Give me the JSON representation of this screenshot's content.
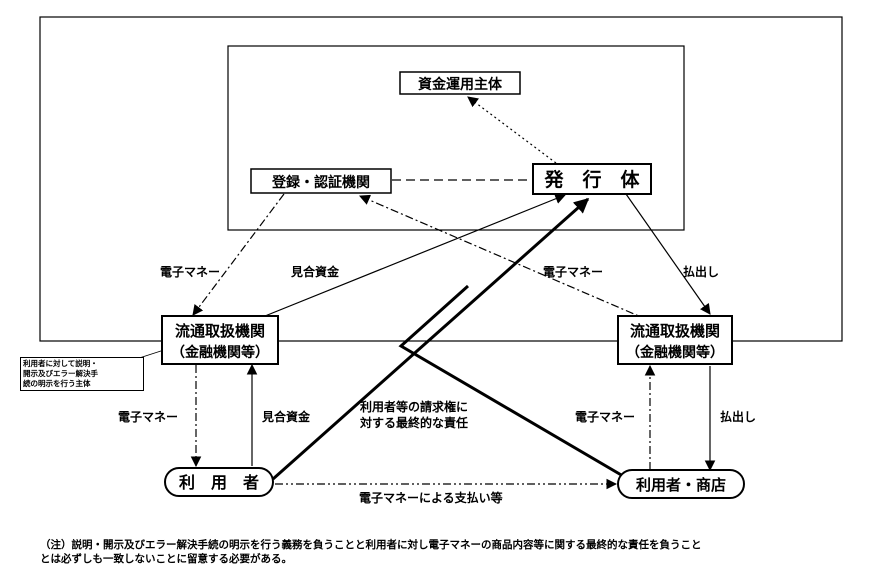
{
  "nodes": {
    "fund_manager": "資金運用主体",
    "registration": "登録・認証機関",
    "issuer": "発　行　体",
    "distributor_left_line1": "流通取扱機関",
    "distributor_left_line2": "（金融機関等）",
    "distributor_right_line1": "流通取扱機関",
    "distributor_right_line2": "（金融機関等）",
    "user": "利　用　者",
    "user_merchant": "利用者・商店"
  },
  "edge_labels": {
    "emoney_left_upper": "電子マネー",
    "matching_funds_upper": "見合資金",
    "emoney_right_upper": "電子マネー",
    "payout_upper": "払出し",
    "emoney_left_lower": "電子マネー",
    "matching_funds_lower": "見合資金",
    "claim_line1": "利用者等の請求権に",
    "claim_line2": "対する最終的な責任",
    "emoney_right_lower": "電子マネー",
    "payout_lower": "払出し",
    "payment": "電子マネーによる支払い等"
  },
  "side_note": {
    "line1": "利用者に対して説明・",
    "line2": "開示及びエラー解決手",
    "line3": "続の明示を行う主体"
  },
  "footnote": {
    "line1": "（注）説明・開示及びエラー解決手続の明示を行う義務を負うことと利用者に対し電子マネーの商品内容等に関する最終的な責任を負うこと",
    "line2": "とは必ずしも一致しないことに留意する必要がある。"
  }
}
